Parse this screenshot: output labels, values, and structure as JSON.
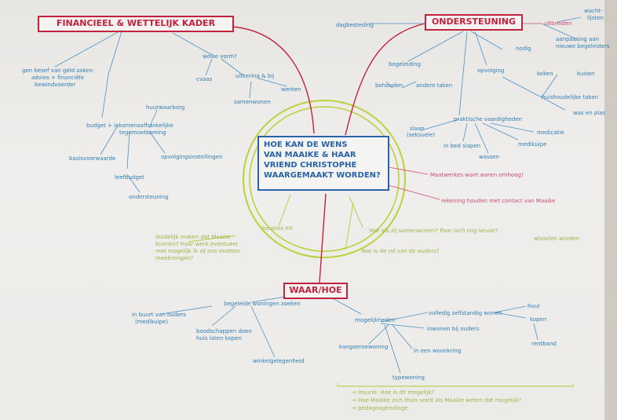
{
  "nodes": {
    "financieel": "FINANCIEEL & WETTELIJK KADER",
    "ondersteuning": "ONDERSTEUNING",
    "waar_hoe": "WAAR/HOE",
    "central_q": [
      "HOE KAN DE WENS",
      "VAN MAAIKE & HAAR",
      "VRIEND CHRISTOPHE",
      "WAARGEMAAKT WORDEN?"
    ]
  },
  "fin_branch": {
    "geld": [
      "gen besef van geld zaken:",
      "advies + financiële",
      "bewindvoerder"
    ],
    "welke_vorm": "welke vorm?",
    "budget": "budget + inkomensafhankelijke",
    "budget2": "tegemoetkoming",
    "huurwaarborg": "huurwaarborg",
    "uitkering": "uitkering & bij",
    "cvaas": "cvaas",
    "werken": "werken",
    "samenwonen": "samenwonen",
    "basisvoorwaarde": "basisvoorwaarde",
    "opvolgingsinstellingen": "opvolgingsinstellingen",
    "leefbudget": "leefbudget",
    "ondersteuning_sub": "ondersteuning"
  },
  "ond_branch": {
    "dagbesteding": "dagbesteding",
    "uitbreiden": "uitbreiden",
    "wachtlijsten": [
      "wacht-",
      "lijsten"
    ],
    "aanpassing": [
      "aanpassing aan",
      "nieuwe begeleiders"
    ],
    "nodig": "nodig",
    "begeleiding": "begeleiding",
    "behouden": "behouden",
    "andere_taken": "andere taken",
    "opvolging": "opvolging",
    "koken": "koken",
    "kuisen": "kuisen",
    "huishoudelijke": "huishoudelijke taken",
    "wasplas": "was en plas",
    "praktische": "praktische vaardigheden",
    "slaap": [
      "slaap",
      "(seksuele)"
    ],
    "bedslapen": "in bed slapen",
    "wassen": "wassen",
    "medicatie": "medicatie",
    "medikuipe": "medikuipe"
  },
  "pink_notes": {
    "maatwerk": "Maatwerkes want waren omhoog!",
    "rekening": "rekening houden met contact van Maaike"
  },
  "green_notes": {
    "duidelijk": [
      "duidelijk maken dat Maaike",
      "kunnen? Haar werk eventueel",
      "met mogelijk ik zij ons moeten",
      "meebrengen?"
    ],
    "locaties": "locaties mt",
    "wat_als": "Wat als zij samenwonen? Paar lach nog keuze?",
    "wat_rol": "Wat is de rol van de ouders?",
    "wisselen": "wisselen worden"
  },
  "waar_branch": {
    "begeleide": "begeleide woningen zoeken",
    "buurt": [
      "in buurt van ouders",
      "(medikuipe)"
    ],
    "boodschappen": [
      "boodschappen doen",
      "huis laten kopen"
    ],
    "winkelgelegenheid": "winkelgelegenheid",
    "mogelijkheden": "mogelijkheden",
    "volledig": "volledig zelfstandig wonen",
    "huur": "huur",
    "kopen": "kopen",
    "inwonen": "inwonen bij ouders",
    "eenwoning": "in een woonkring",
    "kangoeroe": "kangoeroewoning",
    "rentband": "rentband",
    "typewoning": "typewoning"
  },
  "bottom_notes": [
    "→ Insurie: Hoe is dit mogelijk?",
    "→ Hoe Maaike zich thuis voelt als Maaike weten dat mogelijk?",
    "→ pedagoogendinge"
  ],
  "colors": {
    "red": "#c1223c",
    "blue": "#2a63a8",
    "lightblue": "#4a90c4",
    "lime": "#b8c93a",
    "pink": "#d14a78"
  }
}
